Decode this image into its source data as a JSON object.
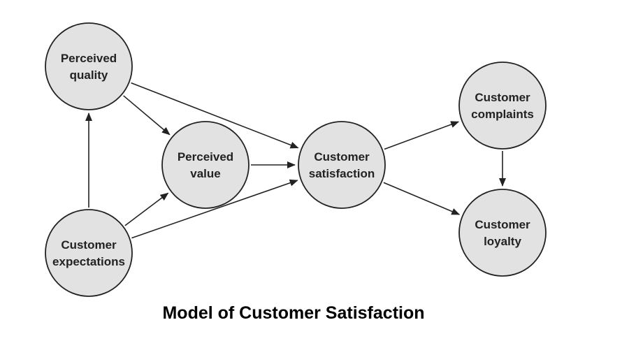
{
  "nodes": [
    {
      "id": "pq",
      "lines": [
        "Perceived",
        "quality"
      ]
    },
    {
      "id": "pv",
      "lines": [
        "Perceived",
        "value"
      ]
    },
    {
      "id": "ce",
      "lines": [
        "Customer",
        "expectations"
      ]
    },
    {
      "id": "cs",
      "lines": [
        "Customer",
        "satisfaction"
      ]
    },
    {
      "id": "cc",
      "lines": [
        "Customer",
        "complaints"
      ]
    },
    {
      "id": "cl",
      "lines": [
        "Customer",
        "loyalty"
      ]
    }
  ],
  "edges": [
    {
      "from": "pq",
      "to": "cs"
    },
    {
      "from": "pq",
      "to": "pv"
    },
    {
      "from": "pv",
      "to": "cs"
    },
    {
      "from": "ce",
      "to": "pq"
    },
    {
      "from": "ce",
      "to": "pv"
    },
    {
      "from": "ce",
      "to": "cs"
    },
    {
      "from": "cs",
      "to": "cc"
    },
    {
      "from": "cs",
      "to": "cl"
    },
    {
      "from": "cc",
      "to": "cl"
    }
  ],
  "caption": "Model of Customer Satisfaction",
  "colors": {
    "node_fill": "#e2e2e2",
    "stroke": "#222222"
  }
}
